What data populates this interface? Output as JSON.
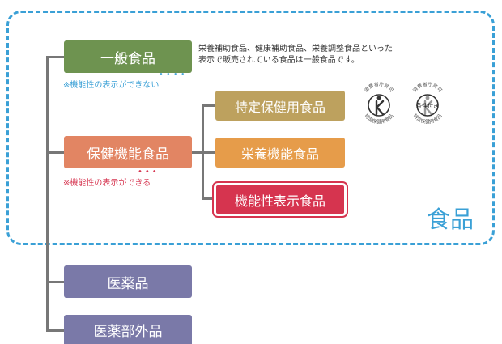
{
  "food_label": "食品",
  "general": {
    "label": "一般食品",
    "note": "※機能性の表示ができない",
    "description_line1": "栄養補助食品、健康補助食品、栄養調整食品といった",
    "description_line2": "表示で販売されている食品は一般食品です。"
  },
  "health": {
    "label": "保健機能食品",
    "note": "※機能性の表示ができる",
    "children": [
      {
        "label": "特定保健用食品"
      },
      {
        "label": "栄養機能食品"
      },
      {
        "label": "機能性表示食品"
      }
    ]
  },
  "medicine": {
    "label": "医薬品"
  },
  "quasi_drug": {
    "label": "医薬部外品"
  },
  "marks": [
    {
      "arc_top": "消費者庁許可",
      "arc_bottom": "特定保健用食品"
    },
    {
      "arc_top": "消費者庁許可",
      "arc_bottom": "特定保健用食品",
      "center": "条件付き"
    }
  ],
  "colors": {
    "frame": "#3aa0d6",
    "general": "#6e9350",
    "health": "#e28563",
    "tokuho": "#bda15e",
    "nutrient": "#e69c4a",
    "functional": "#d6344f",
    "medicine": "#7a79a8"
  }
}
